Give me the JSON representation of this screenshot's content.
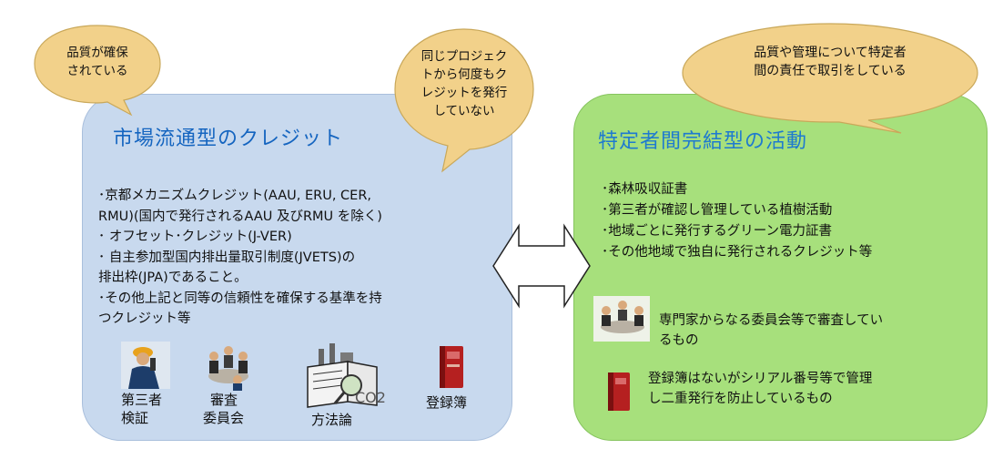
{
  "bubbles": {
    "quality": [
      "品質が確保",
      "されている"
    ],
    "not_issued": [
      "同じプロジェク",
      "トから何度もク",
      "レジットを発行",
      "していない"
    ],
    "responsibility": [
      "品質や管理について特定者",
      "間の責任で取引をしている"
    ]
  },
  "market_panel": {
    "title": "市場流通型のクレジット",
    "items": [
      "･京都メカニズムクレジット(AAU, ERU, CER,",
      "RMU)(国内で発行されるAAU 及びRMU を除く)",
      "･ オフセット･クレジット(J-VER)",
      "･ 自主参加型国内排出量取引制度(JVETS)の",
      "排出枠(JPA)であること。",
      "･その他上記と同等の信頼性を確保する基準を持",
      "つクレジット等"
    ],
    "icons": [
      {
        "icon": "inspector-icon",
        "label": [
          "第三者",
          "検証"
        ]
      },
      {
        "icon": "committee-icon",
        "label": [
          "審査",
          "委員会"
        ]
      },
      {
        "icon": "methodology-icon",
        "label": [
          "方法論"
        ]
      },
      {
        "icon": "registry-book-icon",
        "label": [
          "登録簿"
        ]
      }
    ],
    "co2_label": "CO2"
  },
  "specific_panel": {
    "title": "特定者間完結型の活動",
    "items": [
      "･森林吸収証書",
      "･第三者が確認し管理している植樹活動",
      "･地域ごとに発行するグリーン電力証書",
      "･その他地域で独自に発行されるクレジット等"
    ],
    "notes": [
      {
        "icon": "committee-icon",
        "text": [
          "専門家からなる委員会等で審査してい",
          "るもの"
        ]
      },
      {
        "icon": "registry-book-icon",
        "text": [
          "登録簿はないがシリアル番号等で管理",
          "し二重発行を防止しているもの"
        ]
      }
    ]
  },
  "colors": {
    "blue_panel": "#c8d9ee",
    "green_panel": "#a7e07c",
    "bubble_fill": "#f2d18a",
    "title_blue": "#1565c0"
  }
}
